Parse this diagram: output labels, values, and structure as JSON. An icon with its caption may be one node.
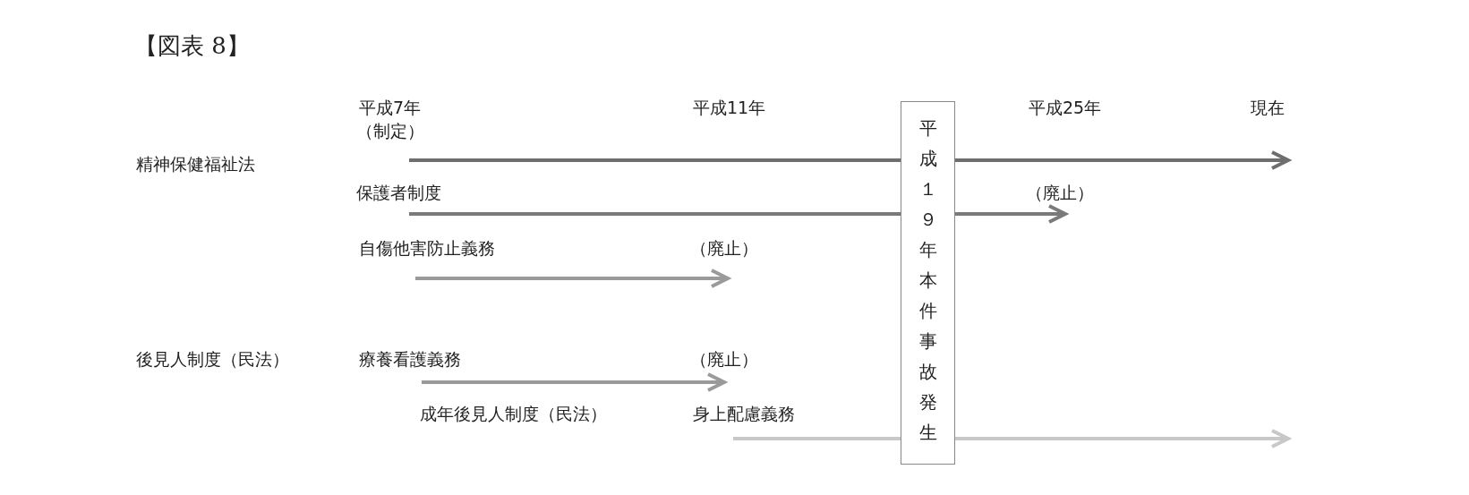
{
  "diagram": {
    "title": "【図表 8】",
    "nodes": [
      {
        "text": [
          "平成１９年本件事故発生"
        ]
      }
    ],
    "labels": [
      "平成7年",
      "（制定）",
      "平成11年",
      "平成25年",
      "現在",
      "精神保健福祉法",
      "保護者制度",
      "（廃止）",
      "自傷他害防止義務",
      "（廃止）",
      "後見人制度（民法）",
      "療養看護義務",
      "（廃止）",
      "成年後見人制度（民法）",
      "身上配慮義務"
    ]
  }
}
